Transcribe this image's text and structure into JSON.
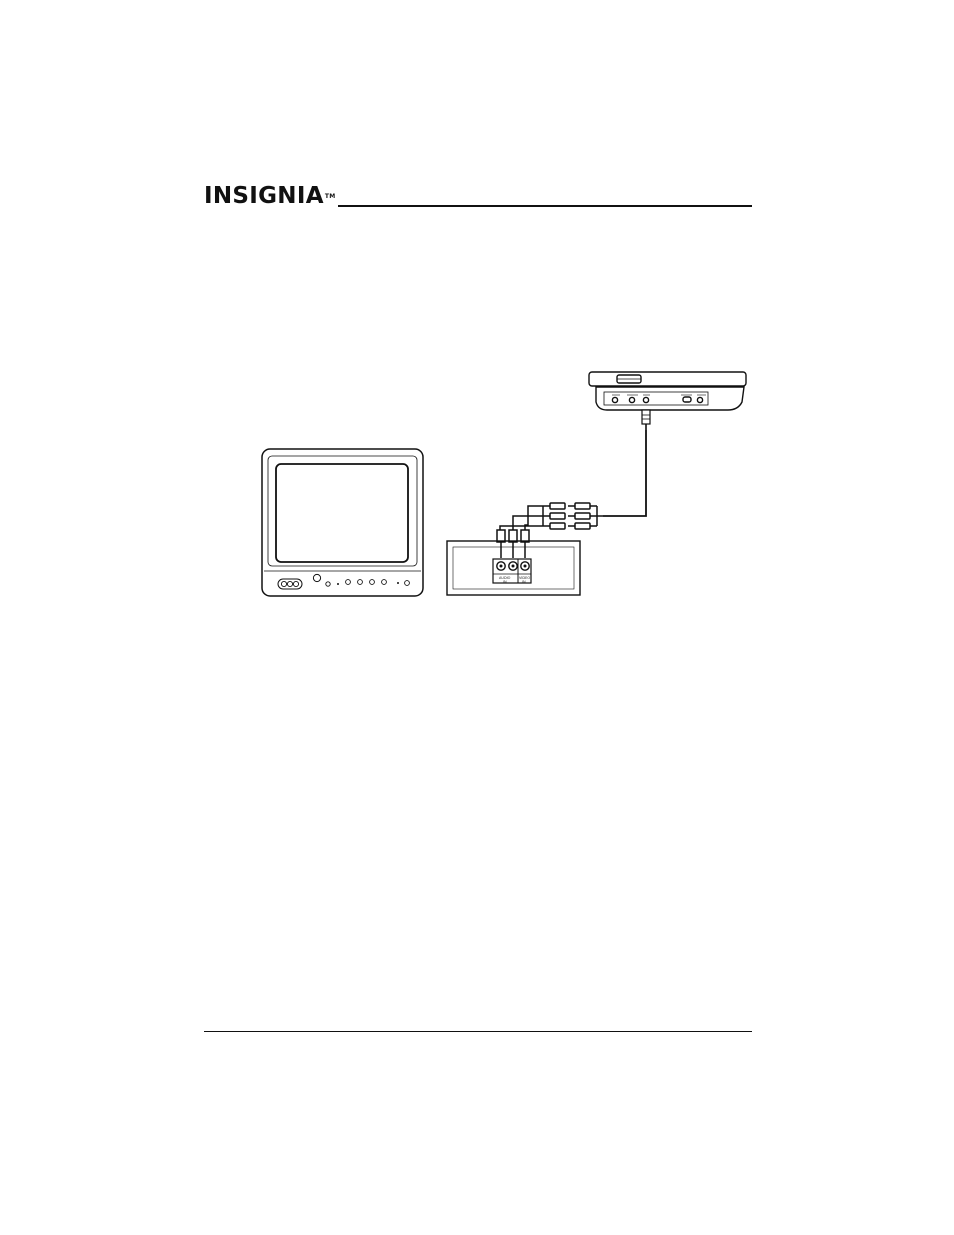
{
  "header": {
    "brand": "INSIGNIA",
    "trademark": "TM"
  },
  "figure": {
    "dvd_player_jacks": [
      "",
      "",
      "",
      "",
      ""
    ],
    "panel_labels": {
      "audio": "AUDIO",
      "audio_sub": "IN",
      "video": "VIDEO",
      "video_sub": "IN"
    }
  }
}
